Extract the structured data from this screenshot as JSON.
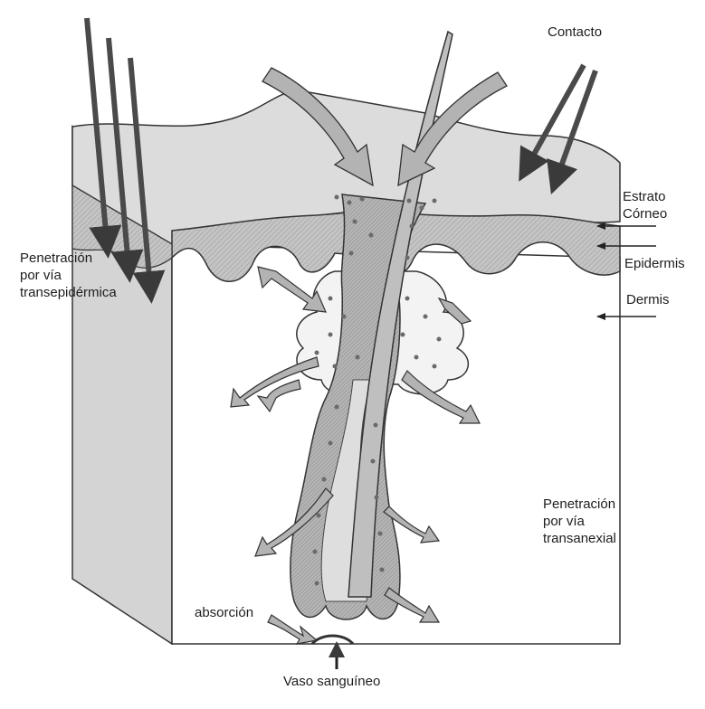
{
  "labels": {
    "contacto": "Contacto",
    "estrato_corneo": [
      "Estrato",
      "Córneo"
    ],
    "epidermis": "Epidermis",
    "dermis": "Dermis",
    "penetracion_transepidermica": [
      "Penetración",
      "por vía",
      "transepidérmica"
    ],
    "penetracion_transanexial": [
      "Penetración",
      "por vía",
      "transanexial"
    ],
    "absorcion": "absorción",
    "vaso_sanguineo": "Vaso sanguíneo"
  },
  "colors": {
    "skin_surface": "#d9d9d9",
    "epidermis_band": "#b9b9b9",
    "arrow_fill": "#b3b3b3",
    "dark_arrow": "#4a4a4a",
    "outline": "#333333",
    "dots": "#6a6a6a"
  }
}
